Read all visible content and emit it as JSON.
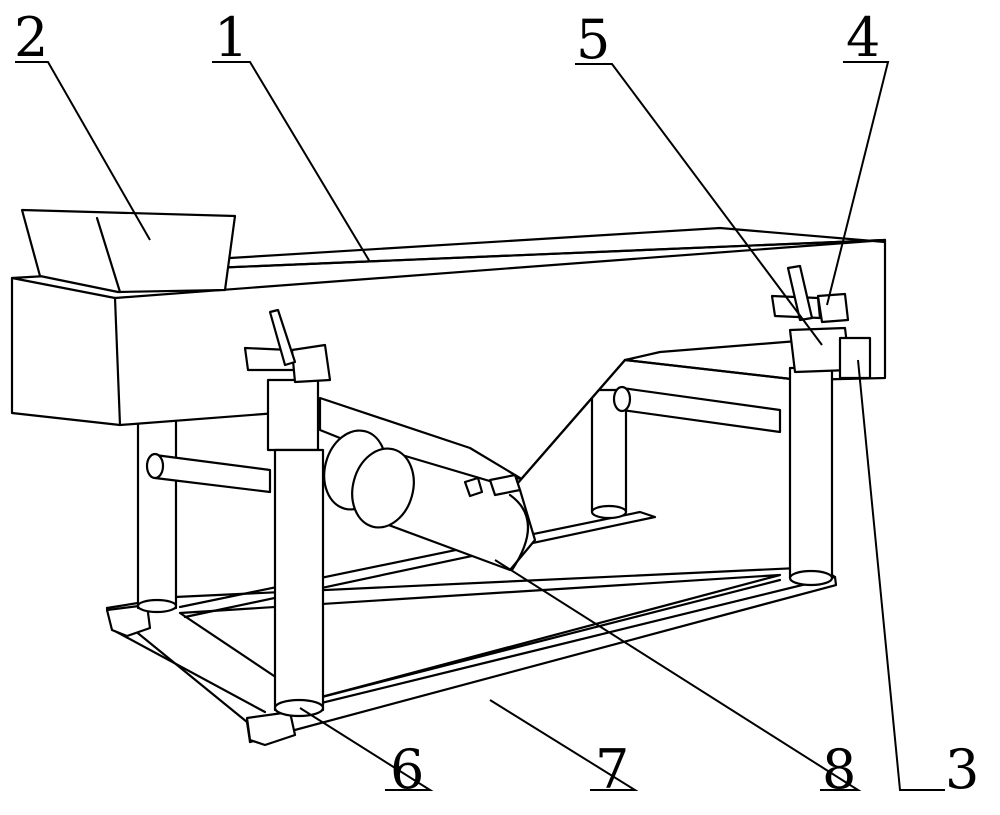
{
  "labels": {
    "n1": "1",
    "n2": "2",
    "n3": "3",
    "n4": "4",
    "n5": "5",
    "n6": "6",
    "n7": "7",
    "n8": "8"
  },
  "colors": {
    "line": "#000000",
    "background": "#ffffff"
  }
}
